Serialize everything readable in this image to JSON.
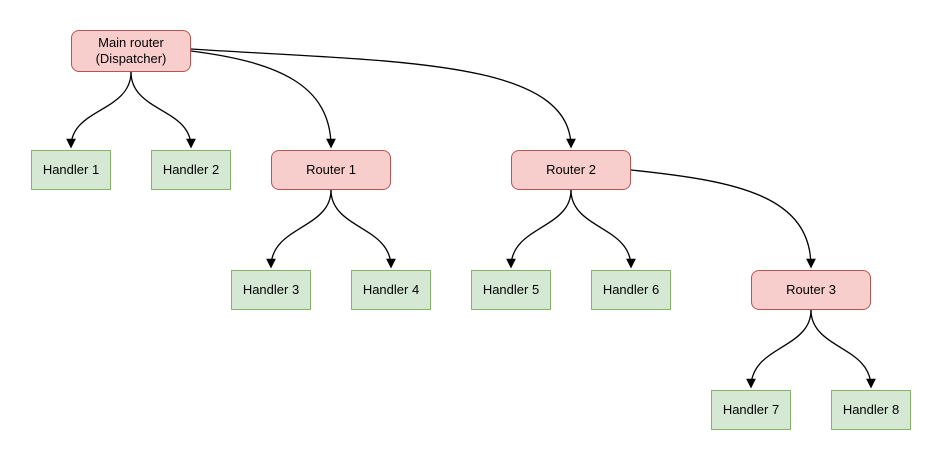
{
  "diagram": {
    "colors": {
      "background": "#ffffff",
      "router_fill": "#f8cecc",
      "router_border": "#b85450",
      "handler_fill": "#d5e8d4",
      "handler_border": "#82b366",
      "edge_stroke": "#000000",
      "text": "#000000"
    },
    "nodes": {
      "main_router": {
        "label": "Main router\n(Dispatcher)",
        "type": "router"
      },
      "router1": {
        "label": "Router 1",
        "type": "router"
      },
      "router2": {
        "label": "Router 2",
        "type": "router"
      },
      "router3": {
        "label": "Router 3",
        "type": "router"
      },
      "handler1": {
        "label": "Handler 1",
        "type": "handler"
      },
      "handler2": {
        "label": "Handler 2",
        "type": "handler"
      },
      "handler3": {
        "label": "Handler 3",
        "type": "handler"
      },
      "handler4": {
        "label": "Handler 4",
        "type": "handler"
      },
      "handler5": {
        "label": "Handler 5",
        "type": "handler"
      },
      "handler6": {
        "label": "Handler 6",
        "type": "handler"
      },
      "handler7": {
        "label": "Handler 7",
        "type": "handler"
      },
      "handler8": {
        "label": "Handler 8",
        "type": "handler"
      }
    },
    "edges": [
      {
        "from": "Main router (Dispatcher)",
        "to": "Handler 1"
      },
      {
        "from": "Main router (Dispatcher)",
        "to": "Handler 2"
      },
      {
        "from": "Main router (Dispatcher)",
        "to": "Router 1"
      },
      {
        "from": "Main router (Dispatcher)",
        "to": "Router 2"
      },
      {
        "from": "Router 1",
        "to": "Handler 3"
      },
      {
        "from": "Router 1",
        "to": "Handler 4"
      },
      {
        "from": "Router 2",
        "to": "Handler 5"
      },
      {
        "from": "Router 2",
        "to": "Handler 6"
      },
      {
        "from": "Router 2",
        "to": "Router 3"
      },
      {
        "from": "Router 3",
        "to": "Handler 7"
      },
      {
        "from": "Router 3",
        "to": "Handler 8"
      }
    ]
  }
}
